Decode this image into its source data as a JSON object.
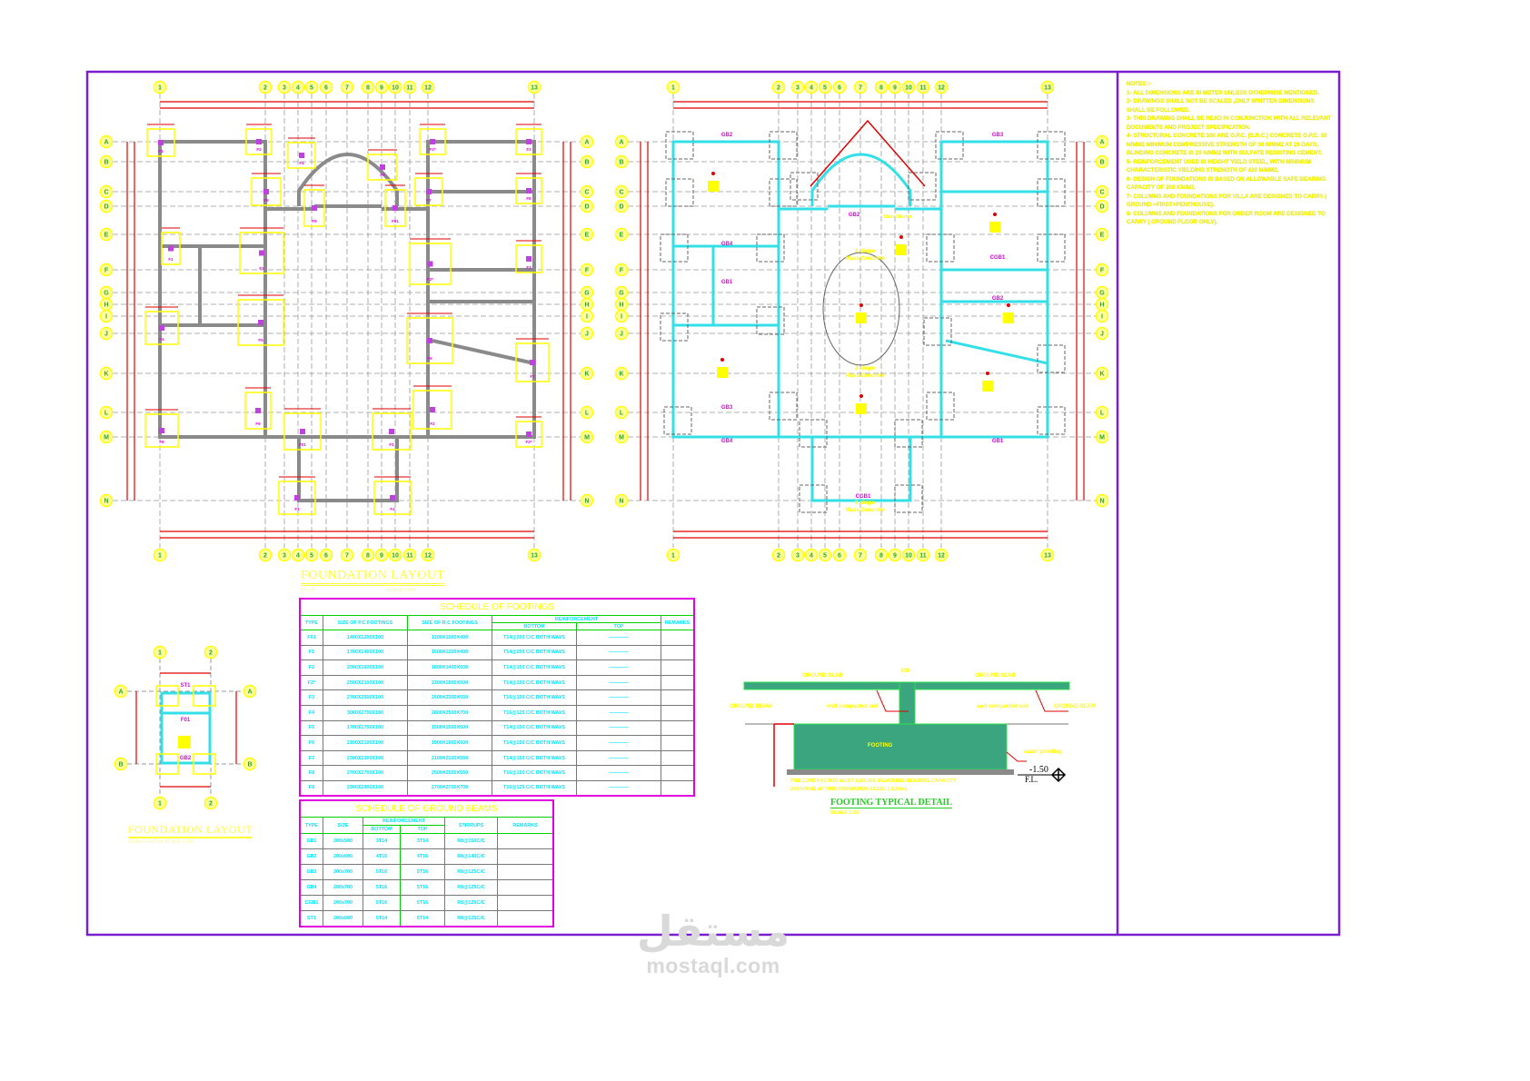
{
  "colors": {
    "frame": "#7a1fd0",
    "grid_bubble": "#ffff00",
    "dimension": "#e00000",
    "footing": "#ffff00",
    "beam_plan1": "#8a8a8a",
    "beam_plan2": "#33e0e8",
    "table_border": "#e000e0",
    "table_lines": "#00d000",
    "table_text": "#00e5ff",
    "concrete": "#3aa57e"
  },
  "grid": {
    "columns": [
      "1",
      "2",
      "3",
      "4",
      "5",
      "6",
      "7",
      "8",
      "9",
      "10",
      "11",
      "12",
      "13"
    ],
    "rows": [
      "A",
      "B",
      "C",
      "D",
      "E",
      "F",
      "G",
      "H",
      "I",
      "J",
      "K",
      "L",
      "M",
      "N"
    ]
  },
  "plan1": {
    "title": "FOUNDATION LAYOUT",
    "subtitle_left": "VILLA",
    "subtitle_right": "SCALE 1:100",
    "footing_labels": [
      "F1",
      "F2",
      "F2*",
      "F3",
      "F4",
      "F5",
      "F6",
      "F7",
      "F8",
      "F9",
      "F01"
    ]
  },
  "plan2": {
    "beam_labels": [
      "GB2",
      "GB3",
      "GB4",
      "GB1",
      "CGB1"
    ],
    "slope_note": "2 slope",
    "mass_concrete": "Mass Concrete",
    "stair": "Stair Starter"
  },
  "small_plan": {
    "title": "FOUNDATION LAYOUT",
    "subtitle": "GUARD ROOM SCALE 1:100",
    "columns": [
      "1",
      "2"
    ],
    "rows": [
      "A",
      "B"
    ],
    "labels": [
      "ST1",
      "GB2",
      "F01"
    ]
  },
  "notes": {
    "heading": "NOTES :-",
    "items": [
      "1- ALL DIMENSIONS ARE IN METER UNLESS OTHERWISE MENTIONED.",
      "2- DRAWINGS SHALL NOT BE SCALED ,ONLY WRITTEN DIMENSIONS SHALL BE FOLLOWED.",
      "3- THIS DRAWING SHALL BE READ IN CONJUNCTION WITH ALL RELEVANT DOCUMENTS AND PROJECT SPECIFICATION.",
      "4- STRUCTURAL CONCRETE 300 ARE O.P.C. (S.R.C.) CONCRETE O.P.C. 30 N/MM2 MINIMUM COMPRESSIVE STRENGTH OF 30 N/MM2 AT 28 DAYS, BLINDING CONCRETE IS 20 N/MM2 WITH SULFATE RESISTING CEMENT.",
      "5- REINFORCEMENT USED IS HEIGHT YIELD STEEL, WITH MINIMUM CHARACTERISTIC YIELDING STRENGTH OF 420 N/MM2.",
      "6- DESIGN OF FOUNDATIONS IS BASED ON ALLOWABLE SAFE BEARING CAPACITY OF 200 KN/M2.",
      "7- COLUMNS AND FOUNDATIONS FOR VILLA ARE DESIGNED TO CARRY ( GROUND +FIRST+PENTHOUSE).",
      "8- COLUMNS AND FOUNDATIONS FOR ORDER ROOM ARE DESIGNED TO CARRY ( GROUND FLOOR ONLY)."
    ]
  },
  "footings_schedule": {
    "title": "SCHEDULE OF FOOTINGS",
    "headers": {
      "type": "TYPE",
      "size_pc": "SIZE OF P.C FOOTINGS",
      "size_rc": "SIZE OF R.C FOOTINGS",
      "reinforcement": "REINFORCEMENT",
      "bottom": "BOTTOM",
      "top": "TOP",
      "remarks": "REMARKS"
    },
    "rows": [
      {
        "type": "F01",
        "pc": "1400X1200X100",
        "rc": "1200X1000X400",
        "bottom": "T14@200 C/C BOTH WAYS",
        "top": "————"
      },
      {
        "type": "F1",
        "pc": "1700X1400X100",
        "rc": "1500X1200X400",
        "bottom": "T14@200 C/C BOTH WAYS",
        "top": "————"
      },
      {
        "type": "F2",
        "pc": "2000X1600X100",
        "rc": "1800X1400X500",
        "bottom": "T14@150 C/C BOTH WAYS",
        "top": "————"
      },
      {
        "type": "F2*",
        "pc": "2500X2100X100",
        "rc": "2300X1900X500",
        "bottom": "T14@150 C/C BOTH WAYS",
        "top": "————"
      },
      {
        "type": "F3",
        "pc": "2700X2500X100",
        "rc": "2500X2300X550",
        "bottom": "T16@150 C/C BOTH WAYS",
        "top": "————"
      },
      {
        "type": "F4",
        "pc": "3000X2700X100",
        "rc": "2800X2500X700",
        "bottom": "T16@125 C/C BOTH WAYS",
        "top": "————"
      },
      {
        "type": "F5",
        "pc": "1700X1700X100",
        "rc": "1500X1500X500",
        "bottom": "T14@150 C/C BOTH WAYS",
        "top": "————"
      },
      {
        "type": "F6",
        "pc": "2100X2100X100",
        "rc": "1900X1900X500",
        "bottom": "T14@150 C/C BOTH WAYS",
        "top": "————"
      },
      {
        "type": "F7",
        "pc": "2300X2300X100",
        "rc": "2100X2100X550",
        "bottom": "T14@150 C/C BOTH WAYS",
        "top": "————"
      },
      {
        "type": "F8",
        "pc": "2700X2700X100",
        "rc": "2500X2500X550",
        "bottom": "T16@150 C/C BOTH WAYS",
        "top": "————"
      },
      {
        "type": "F9",
        "pc": "2900X2900X100",
        "rc": "2700X2700X700",
        "bottom": "T16@125 C/C BOTH WAYS",
        "top": "————"
      }
    ]
  },
  "beams_schedule": {
    "title": "SCHEDULE OF GROUND BEAMS",
    "headers": {
      "type": "TYPE",
      "size": "SIZE",
      "reinforcement": "REINFORCEMENT",
      "bottom": "BOTTOM",
      "top": "TOP",
      "stirrups": "STIRRUPS",
      "remarks": "REMARKS"
    },
    "rows": [
      {
        "type": "GB1",
        "size": "200x500",
        "bottom": "3T14",
        "top": "3T14",
        "stirrups": "R8@150C/C"
      },
      {
        "type": "GB2",
        "size": "200x600",
        "bottom": "4T16",
        "top": "4T16",
        "stirrups": "R8@140C/C"
      },
      {
        "type": "GB3",
        "size": "200x700",
        "bottom": "5T16",
        "top": "5T16",
        "stirrups": "R8@125C/C"
      },
      {
        "type": "GB4",
        "size": "200x700",
        "bottom": "5T16",
        "top": "5T16",
        "stirrups": "R8@125C/C"
      },
      {
        "type": "CGB1",
        "size": "200x700",
        "bottom": "5T16",
        "top": "5T16",
        "stirrups": "R8@125C/C"
      },
      {
        "type": "ST1",
        "size": "200x600",
        "bottom": "5T14",
        "top": "5T14",
        "stirrups": "R8@125C/C"
      }
    ]
  },
  "detail": {
    "ground_slab": "GROUND SLAB",
    "ground_beam": "GROUND BEAM",
    "compacted_soil": "well compacted soil",
    "footing": "FOOTING",
    "column_width": "300",
    "water_proofing": "water proofing",
    "level": "-1.50",
    "level_label": "F.L.",
    "contractor_note_1": "THE CONTRACTOR MUST ASSURE REACHING BEARING CAPACITY",
    "contractor_note_2": "200 KN/M2 AT THIS FORMATION LEVEL (-1.50m).",
    "title": "FOOTING TYPICAL DETAIL",
    "scale": "SCALE 1:25"
  },
  "watermark": {
    "arabic": "مستقل",
    "latin": "mostaql.com"
  }
}
